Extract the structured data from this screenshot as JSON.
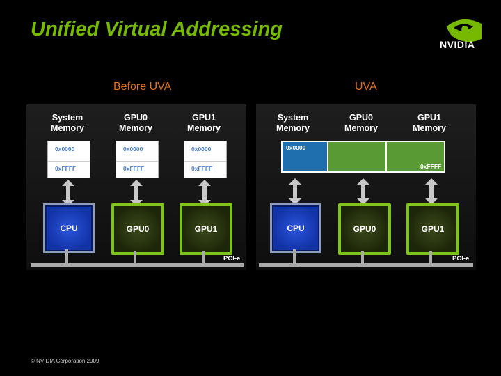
{
  "title": "Unified Virtual Addressing",
  "logo_text": "NVIDIA",
  "footer": "© NVIDIA Corporation 2009",
  "colors": {
    "title": "#76b900",
    "caption": "#e07418",
    "cpu": "#1a3fc0",
    "gpu": "#76b900",
    "uva_system": "#1f6fae",
    "uva_gpu": "#5a9a35"
  },
  "before": {
    "caption": "Before UVA",
    "memories": [
      {
        "label_line1": "System",
        "label_line2": "Memory",
        "start": "0x0000",
        "end": "0xFFFF"
      },
      {
        "label_line1": "GPU0",
        "label_line2": "Memory",
        "start": "0x0000",
        "end": "0xFFFF"
      },
      {
        "label_line1": "GPU1",
        "label_line2": "Memory",
        "start": "0x0000",
        "end": "0xFFFF"
      }
    ],
    "chips": [
      "CPU",
      "GPU0",
      "GPU1"
    ],
    "bus": "PCI-e"
  },
  "uva": {
    "caption": "UVA",
    "memories": [
      {
        "label_line1": "System",
        "label_line2": "Memory"
      },
      {
        "label_line1": "GPU0",
        "label_line2": "Memory"
      },
      {
        "label_line1": "GPU1",
        "label_line2": "Memory"
      }
    ],
    "start": "0x0000",
    "end": "0xFFFF",
    "chips": [
      "CPU",
      "GPU0",
      "GPU1"
    ],
    "bus": "PCI-e"
  }
}
